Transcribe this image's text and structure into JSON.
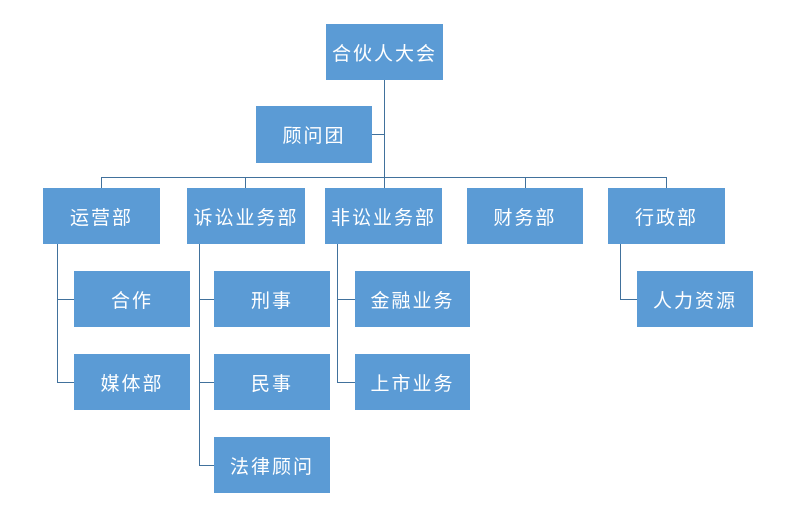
{
  "diagram": {
    "type": "org-chart",
    "background_color": "#ffffff",
    "node_fill_color": "#5b9bd5",
    "node_text_color": "#ffffff",
    "connector_color": "#41719c",
    "nodes": {
      "root": {
        "label": "合伙人大会"
      },
      "advisor": {
        "label": "顾问团"
      },
      "ops": {
        "label": "运营部"
      },
      "litigation": {
        "label": "诉讼业务部"
      },
      "nonlitigation": {
        "label": "非讼业务部"
      },
      "finance": {
        "label": "财务部"
      },
      "admin": {
        "label": "行政部"
      },
      "cooperation": {
        "label": "合作"
      },
      "media": {
        "label": "媒体部"
      },
      "criminal": {
        "label": "刑事"
      },
      "civil": {
        "label": "民事"
      },
      "legal": {
        "label": "法律顾问"
      },
      "financial": {
        "label": "金融业务"
      },
      "listing": {
        "label": "上市业务"
      },
      "hr": {
        "label": "人力资源"
      }
    },
    "hierarchy": [
      {
        "parent": "合伙人大会",
        "assistant": "顾问团",
        "children": [
          "运营部",
          "诉讼业务部",
          "非讼业务部",
          "财务部",
          "行政部"
        ]
      },
      {
        "parent": "运营部",
        "children": [
          "合作",
          "媒体部"
        ]
      },
      {
        "parent": "诉讼业务部",
        "children": [
          "刑事",
          "民事",
          "法律顾问"
        ]
      },
      {
        "parent": "非讼业务部",
        "children": [
          "金融业务",
          "上市业务"
        ]
      },
      {
        "parent": "财务部",
        "children": []
      },
      {
        "parent": "行政部",
        "children": [
          "人力资源"
        ]
      }
    ]
  }
}
